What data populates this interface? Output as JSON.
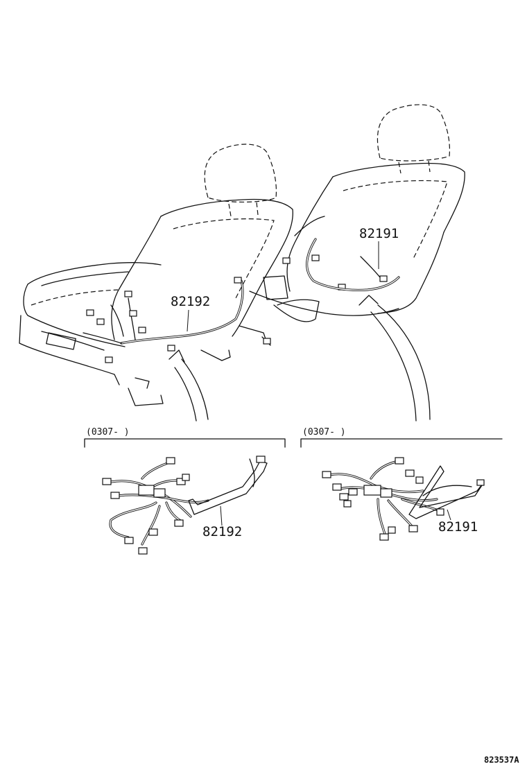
{
  "diagram": {
    "reference_code": "823537A",
    "callouts": {
      "seat_left_part": "82192",
      "seat_right_part": "82191",
      "detail_left_part": "82192",
      "detail_right_part": "82191"
    },
    "detail_frames": [
      {
        "range_label": "(0307-      )"
      },
      {
        "range_label": "(0307-      )"
      }
    ]
  }
}
